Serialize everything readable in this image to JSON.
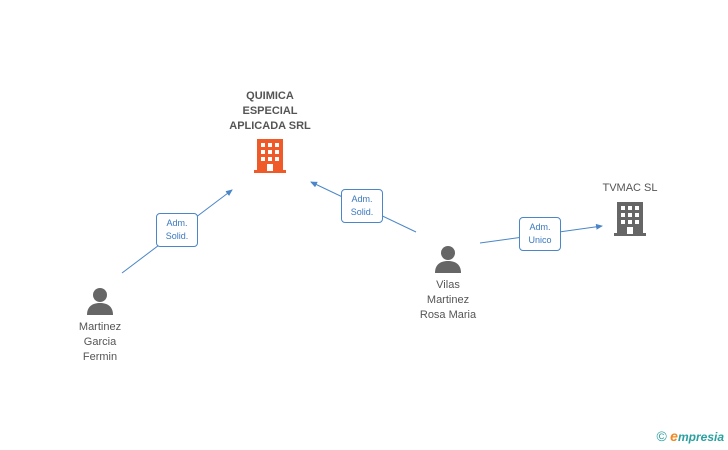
{
  "companies": [
    {
      "id": "quimica",
      "name_lines": [
        "QUIMICA",
        "ESPECIAL",
        "APLICADA SRL"
      ],
      "color": "#f05a28"
    },
    {
      "id": "tvmac",
      "name_lines": [
        "TVMAC SL"
      ],
      "color": "#666666"
    }
  ],
  "people": [
    {
      "id": "martinez",
      "name_lines": [
        "Martinez",
        "Garcia",
        "Fermin"
      ]
    },
    {
      "id": "vilas",
      "name_lines": [
        "Vilas",
        "Martinez",
        "Rosa Maria"
      ]
    }
  ],
  "relations": [
    {
      "from": "martinez",
      "to": "quimica",
      "role_lines": [
        "Adm.",
        "Solid."
      ]
    },
    {
      "from": "vilas",
      "to": "quimica",
      "role_lines": [
        "Adm.",
        "Solid."
      ]
    },
    {
      "from": "vilas",
      "to": "tvmac",
      "role_lines": [
        "Adm.",
        "Unico"
      ]
    }
  ],
  "colors": {
    "edge": "#4a86c8",
    "person": "#666666"
  },
  "footer": {
    "copyright": "©",
    "brand_first": "e",
    "brand_rest": "mpresia"
  }
}
